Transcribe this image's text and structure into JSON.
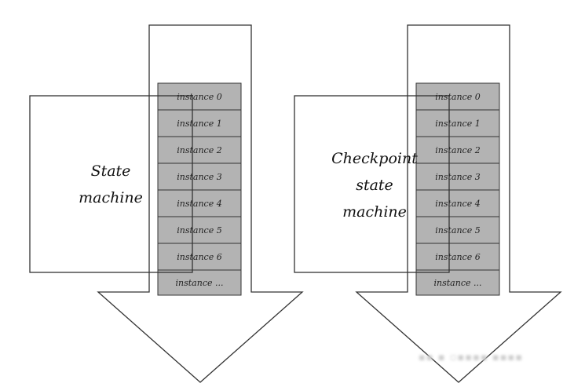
{
  "diagrams": [
    {
      "id": "left",
      "machine_label_lines": [
        "State",
        "machine"
      ],
      "instances": [
        "instance 0",
        "instance 1",
        "instance 2",
        "instance 3",
        "instance 4",
        "instance 5",
        "instance 6",
        "instance ..."
      ]
    },
    {
      "id": "right",
      "machine_label_lines": [
        "Checkpoint",
        "state",
        "machine"
      ],
      "instances": [
        "instance 0",
        "instance 1",
        "instance 2",
        "instance 3",
        "instance 4",
        "instance 5",
        "instance 6",
        "instance ..."
      ]
    }
  ],
  "colors": {
    "stroke": "#333333",
    "cell_fill": "#b3b3b3",
    "background": "#ffffff"
  }
}
